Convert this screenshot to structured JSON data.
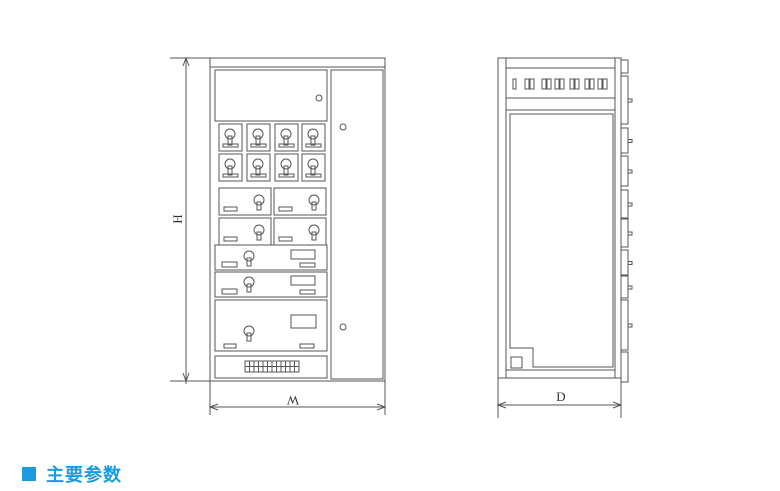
{
  "drawing": {
    "front_view": {
      "height_label": "H",
      "width_label": "W"
    },
    "side_view": {
      "depth_label": "D"
    }
  },
  "section": {
    "title": "主要参数",
    "accent_color": "#1a9be0"
  }
}
